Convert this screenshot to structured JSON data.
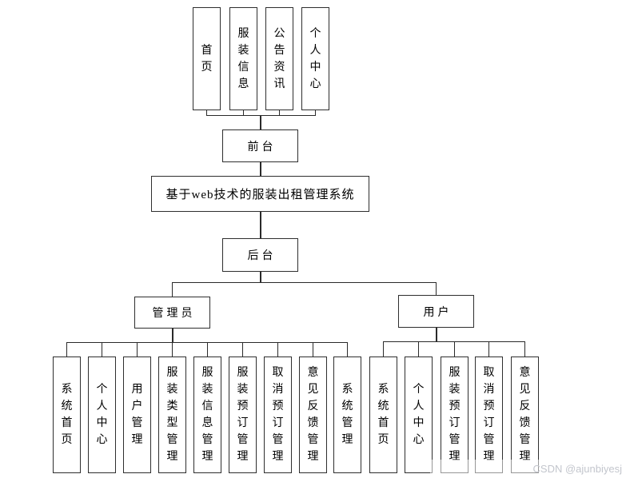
{
  "diagram": {
    "root_label": "基于web技术的服装出租管理系统",
    "front": {
      "label": "前台",
      "children": [
        "首页",
        "服装信息",
        "公告资讯",
        "个人中心"
      ]
    },
    "back": {
      "label": "后台",
      "admin": {
        "label": "管理员",
        "children": [
          "系统首页",
          "个人中心",
          "用户管理",
          "服装类型管理",
          "服装信息管理",
          "服装预订管理",
          "取消预订管理",
          "意见反馈管理",
          "系统管理"
        ]
      },
      "user": {
        "label": "用户",
        "children": [
          "系统首页",
          "个人中心",
          "服装预订管理",
          "取消预订管理",
          "意见反馈管理"
        ]
      }
    },
    "watermark": "CSDN @ajunbiyesj",
    "colors": {
      "line": "#2a2a2a",
      "box_border": "#2e2e2e",
      "background": "#ffffff",
      "watermark_text": "#c3c6cd"
    }
  }
}
